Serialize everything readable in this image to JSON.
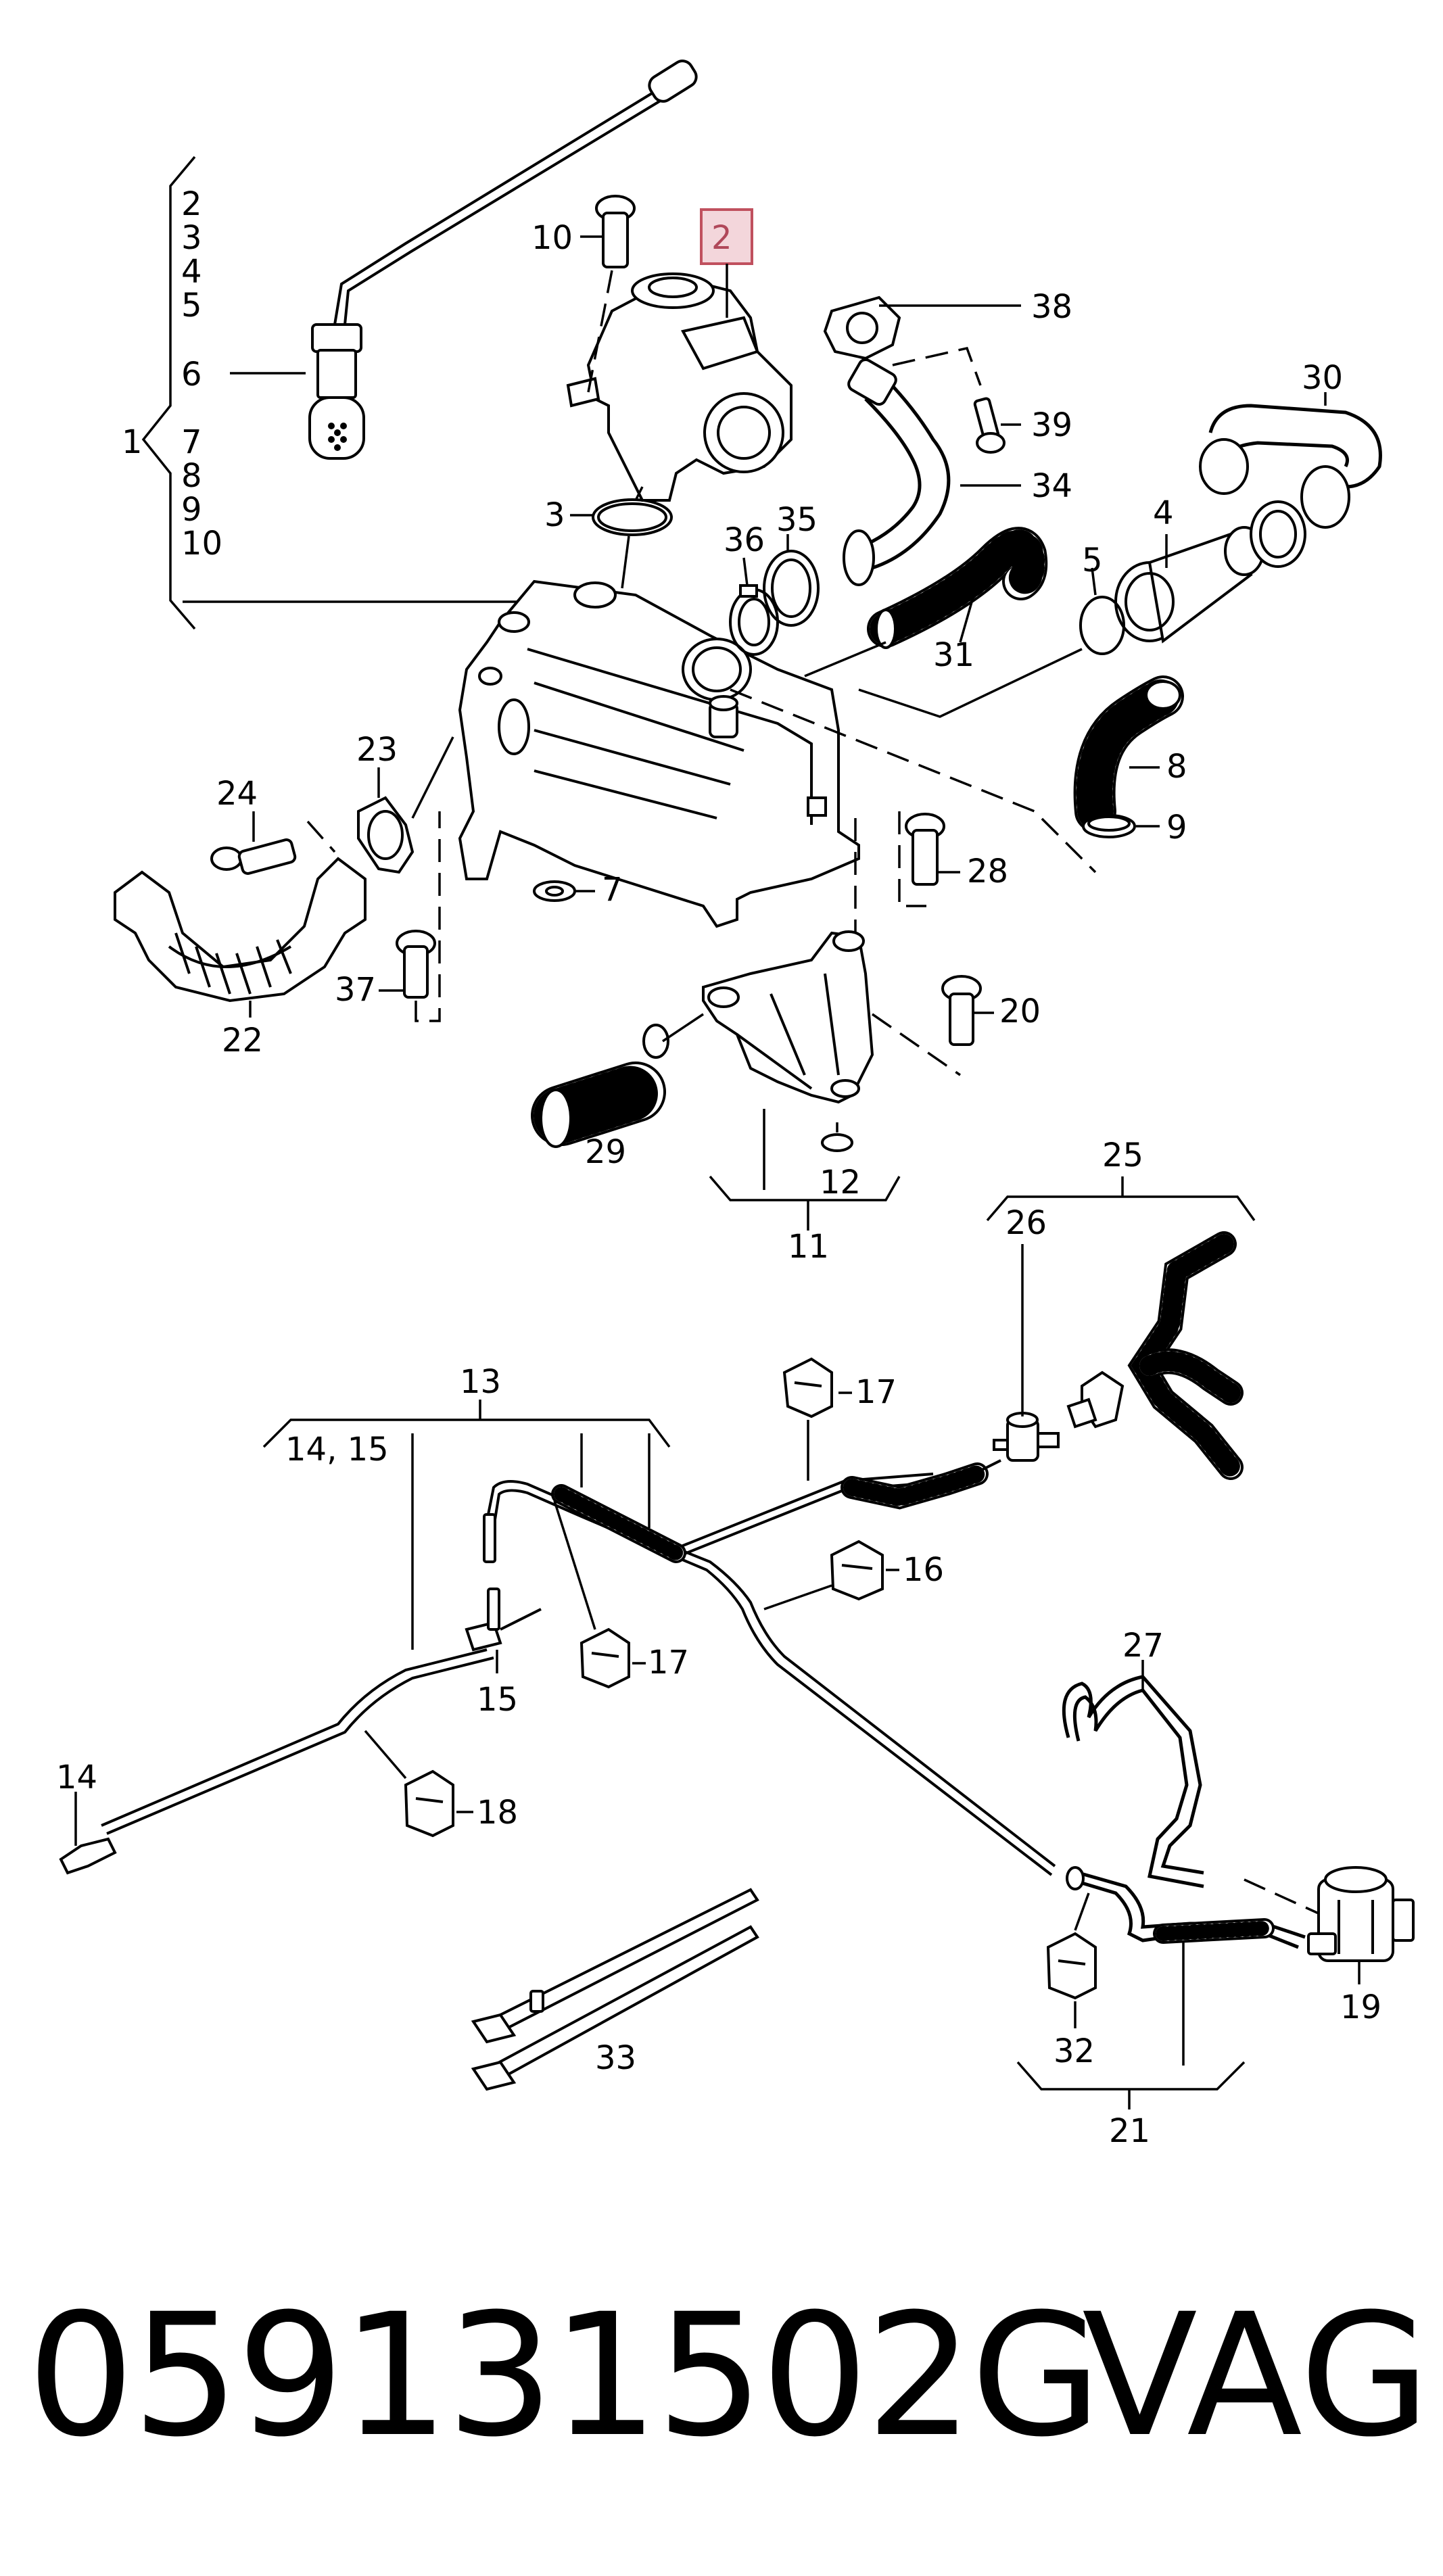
{
  "labels": {
    "l1": "1",
    "l2": "2",
    "l2b": "2",
    "l3": "3",
    "l3b": "3",
    "l4": "4",
    "l4b": "4",
    "l5": "5",
    "l5b": "5",
    "l6": "6",
    "l7": "7",
    "l7b": "7",
    "l8": "8",
    "l8b": "8",
    "l9": "9",
    "l9b": "9",
    "l10": "10",
    "l10b": "10",
    "l11": "11",
    "l12": "12",
    "l13": "13",
    "l14": "14",
    "l14_15": "14, 15",
    "l15": "15",
    "l16": "16",
    "l17": "17",
    "l17b": "17",
    "l18": "18",
    "l19": "19",
    "l20": "20",
    "l21": "21",
    "l22": "22",
    "l23": "23",
    "l24": "24",
    "l25": "25",
    "l26": "26",
    "l27": "27",
    "l28": "28",
    "l29": "29",
    "l30": "30",
    "l31": "31",
    "l32": "32",
    "l33": "33",
    "l34": "34",
    "l35": "35",
    "l36": "36",
    "l37": "37",
    "l38": "38",
    "l39": "39"
  },
  "footer": {
    "part_number": "059131502G",
    "brand": "VAG"
  },
  "colors": {
    "highlight_fill": "#f3d6db",
    "highlight_stroke": "#c0505e"
  }
}
